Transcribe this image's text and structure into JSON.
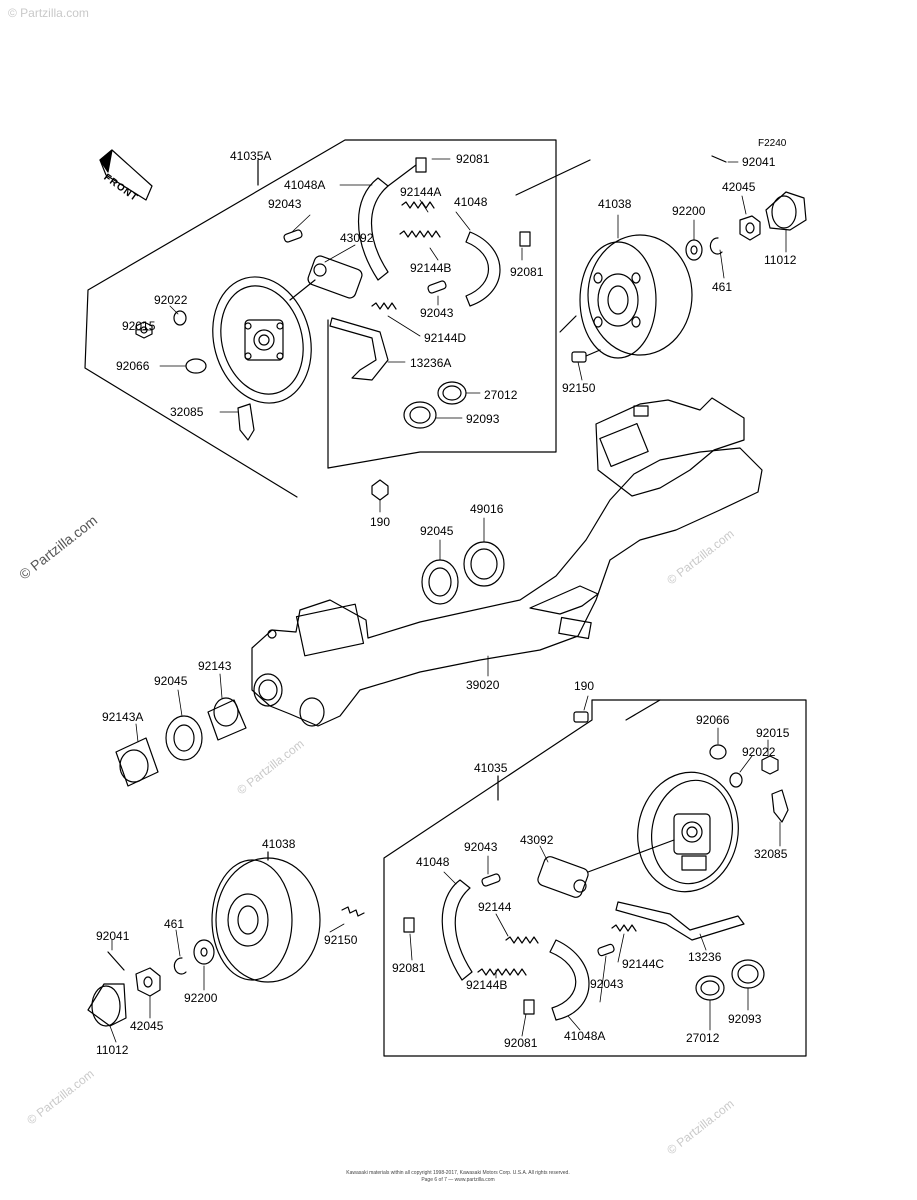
{
  "figure_code": "F2240",
  "front_label": "FRONT",
  "watermark_main": "© Partzilla.com",
  "watermark_small": "© Partzilla.com",
  "copyright_line1": "Kawasaki materials within all copyright 1998-2017, Kawasaki Motors Corp. U.S.A. All rights reserved.",
  "copyright_line2": "Page 6 of 7 — www.partzilla.com",
  "labels": {
    "l41035A": "41035A",
    "l92081_a": "92081",
    "l41048A_a": "41048A",
    "l92144A": "92144A",
    "l41048_a": "41048",
    "l92043_a": "92043",
    "l43092_a": "43092",
    "l92144B_a": "92144B",
    "l92081_b": "92081",
    "l92022_a": "92022",
    "l92015_a": "92015",
    "l92043_b": "92043",
    "l92144D": "92144D",
    "l92066_a": "92066",
    "l13236A": "13236A",
    "l27012_a": "27012",
    "l92093_a": "92093",
    "l32085_a": "32085",
    "l190_a": "190",
    "l92041_a": "92041",
    "l42045_a": "42045",
    "l41038_a": "41038",
    "l92200_a": "92200",
    "l11012_a": "11012",
    "l461_a": "461",
    "l92150_a": "92150",
    "l92045_a": "92045",
    "l49016": "49016",
    "l92143": "92143",
    "l92045_b": "92045",
    "l92143A": "92143A",
    "l39020": "39020",
    "l190_b": "190",
    "l92066_b": "92066",
    "l92015_b": "92015",
    "l92022_b": "92022",
    "l41035": "41035",
    "l32085_b": "32085",
    "l41038_b": "41038",
    "l92043_c": "92043",
    "l43092_b": "43092",
    "l41048_b": "41048",
    "l92144": "92144",
    "l92150_b": "92150",
    "l92041_b": "92041",
    "l461_b": "461",
    "l92081_c": "92081",
    "l92144C": "92144C",
    "l13236": "13236",
    "l92144B_b": "92144B",
    "l92043_d": "92043",
    "l92200_b": "92200",
    "l42045_b": "42045",
    "l27012_b": "27012",
    "l92093_b": "92093",
    "l92081_d": "92081",
    "l41048A_b": "41048A",
    "l11012_b": "11012"
  }
}
